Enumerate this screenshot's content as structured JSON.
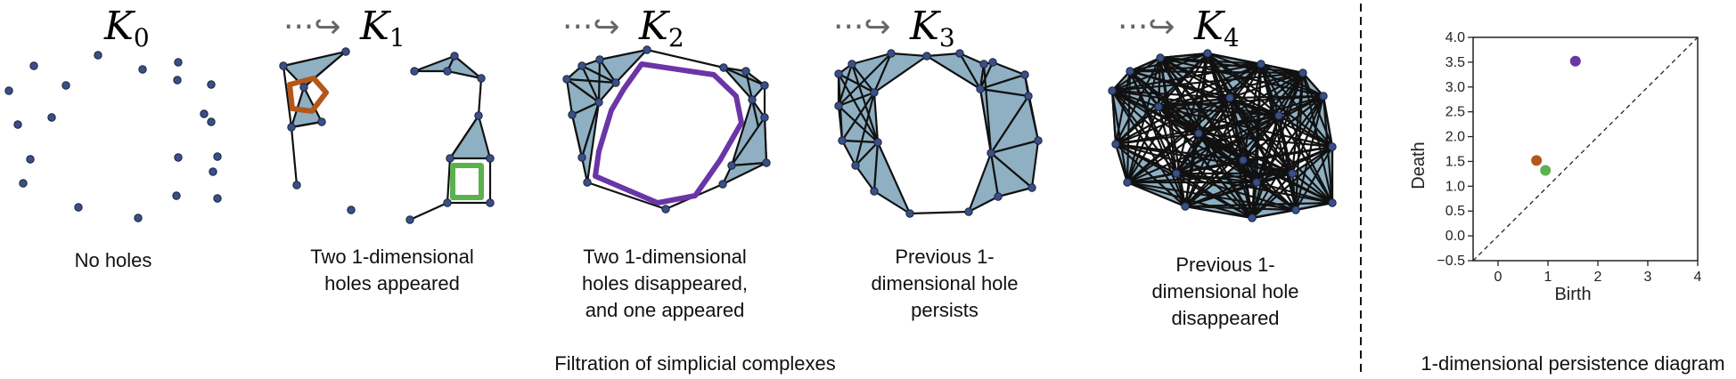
{
  "panels": [
    {
      "title_base": "K",
      "title_sub": "0",
      "prefix": "",
      "caption": [
        "No holes"
      ]
    },
    {
      "title_base": "K",
      "title_sub": "1",
      "prefix": "···↪",
      "caption": [
        "Two 1-dimensional",
        "holes appeared"
      ]
    },
    {
      "title_base": "K",
      "title_sub": "2",
      "prefix": "···↪",
      "caption": [
        "Two 1-dimensional",
        "holes disappeared,",
        "and one appeared"
      ]
    },
    {
      "title_base": "K",
      "title_sub": "3",
      "prefix": "···↪",
      "caption": [
        "Previous 1-",
        "dimensional hole",
        "persists"
      ]
    },
    {
      "title_base": "K",
      "title_sub": "4",
      "prefix": "···↪",
      "caption": [
        "Previous 1-",
        "dimensional hole",
        "disappeared"
      ]
    }
  ],
  "filtration_caption": "Filtration of simplicial complexes",
  "persistence_caption": "1-dimensional persistence diagram",
  "colors": {
    "node": "#3a4f86",
    "fill": "#8fb0c3",
    "edge": "#111111",
    "hole_orange": "#b5561a",
    "hole_green": "#5cb14f",
    "hole_purple": "#6a35a7"
  },
  "chart_data": {
    "type": "scatter",
    "xlabel": "Birth",
    "ylabel": "Death",
    "xlim": [
      -0.5,
      4
    ],
    "ylim": [
      -0.5,
      4
    ],
    "xticks": [
      0,
      1,
      2,
      3,
      4
    ],
    "yticks": [
      -0.5,
      0.0,
      0.5,
      1.0,
      1.5,
      2.0,
      2.5,
      3.0,
      3.5,
      4.0
    ],
    "ytick_labels": [
      "−0.5",
      "0.0",
      "0.5",
      "1.0",
      "1.5",
      "2.0",
      "2.5",
      "3.0",
      "3.5",
      "4.0"
    ],
    "xtick_labels": [
      "0",
      "1",
      "2",
      "3",
      "4"
    ],
    "diagonal": true,
    "points": [
      {
        "x": 1.55,
        "y": 3.52,
        "color": "#6a35a7"
      },
      {
        "x": 0.77,
        "y": 1.52,
        "color": "#b5561a"
      },
      {
        "x": 0.95,
        "y": 1.32,
        "color": "#5cb14f"
      }
    ]
  }
}
